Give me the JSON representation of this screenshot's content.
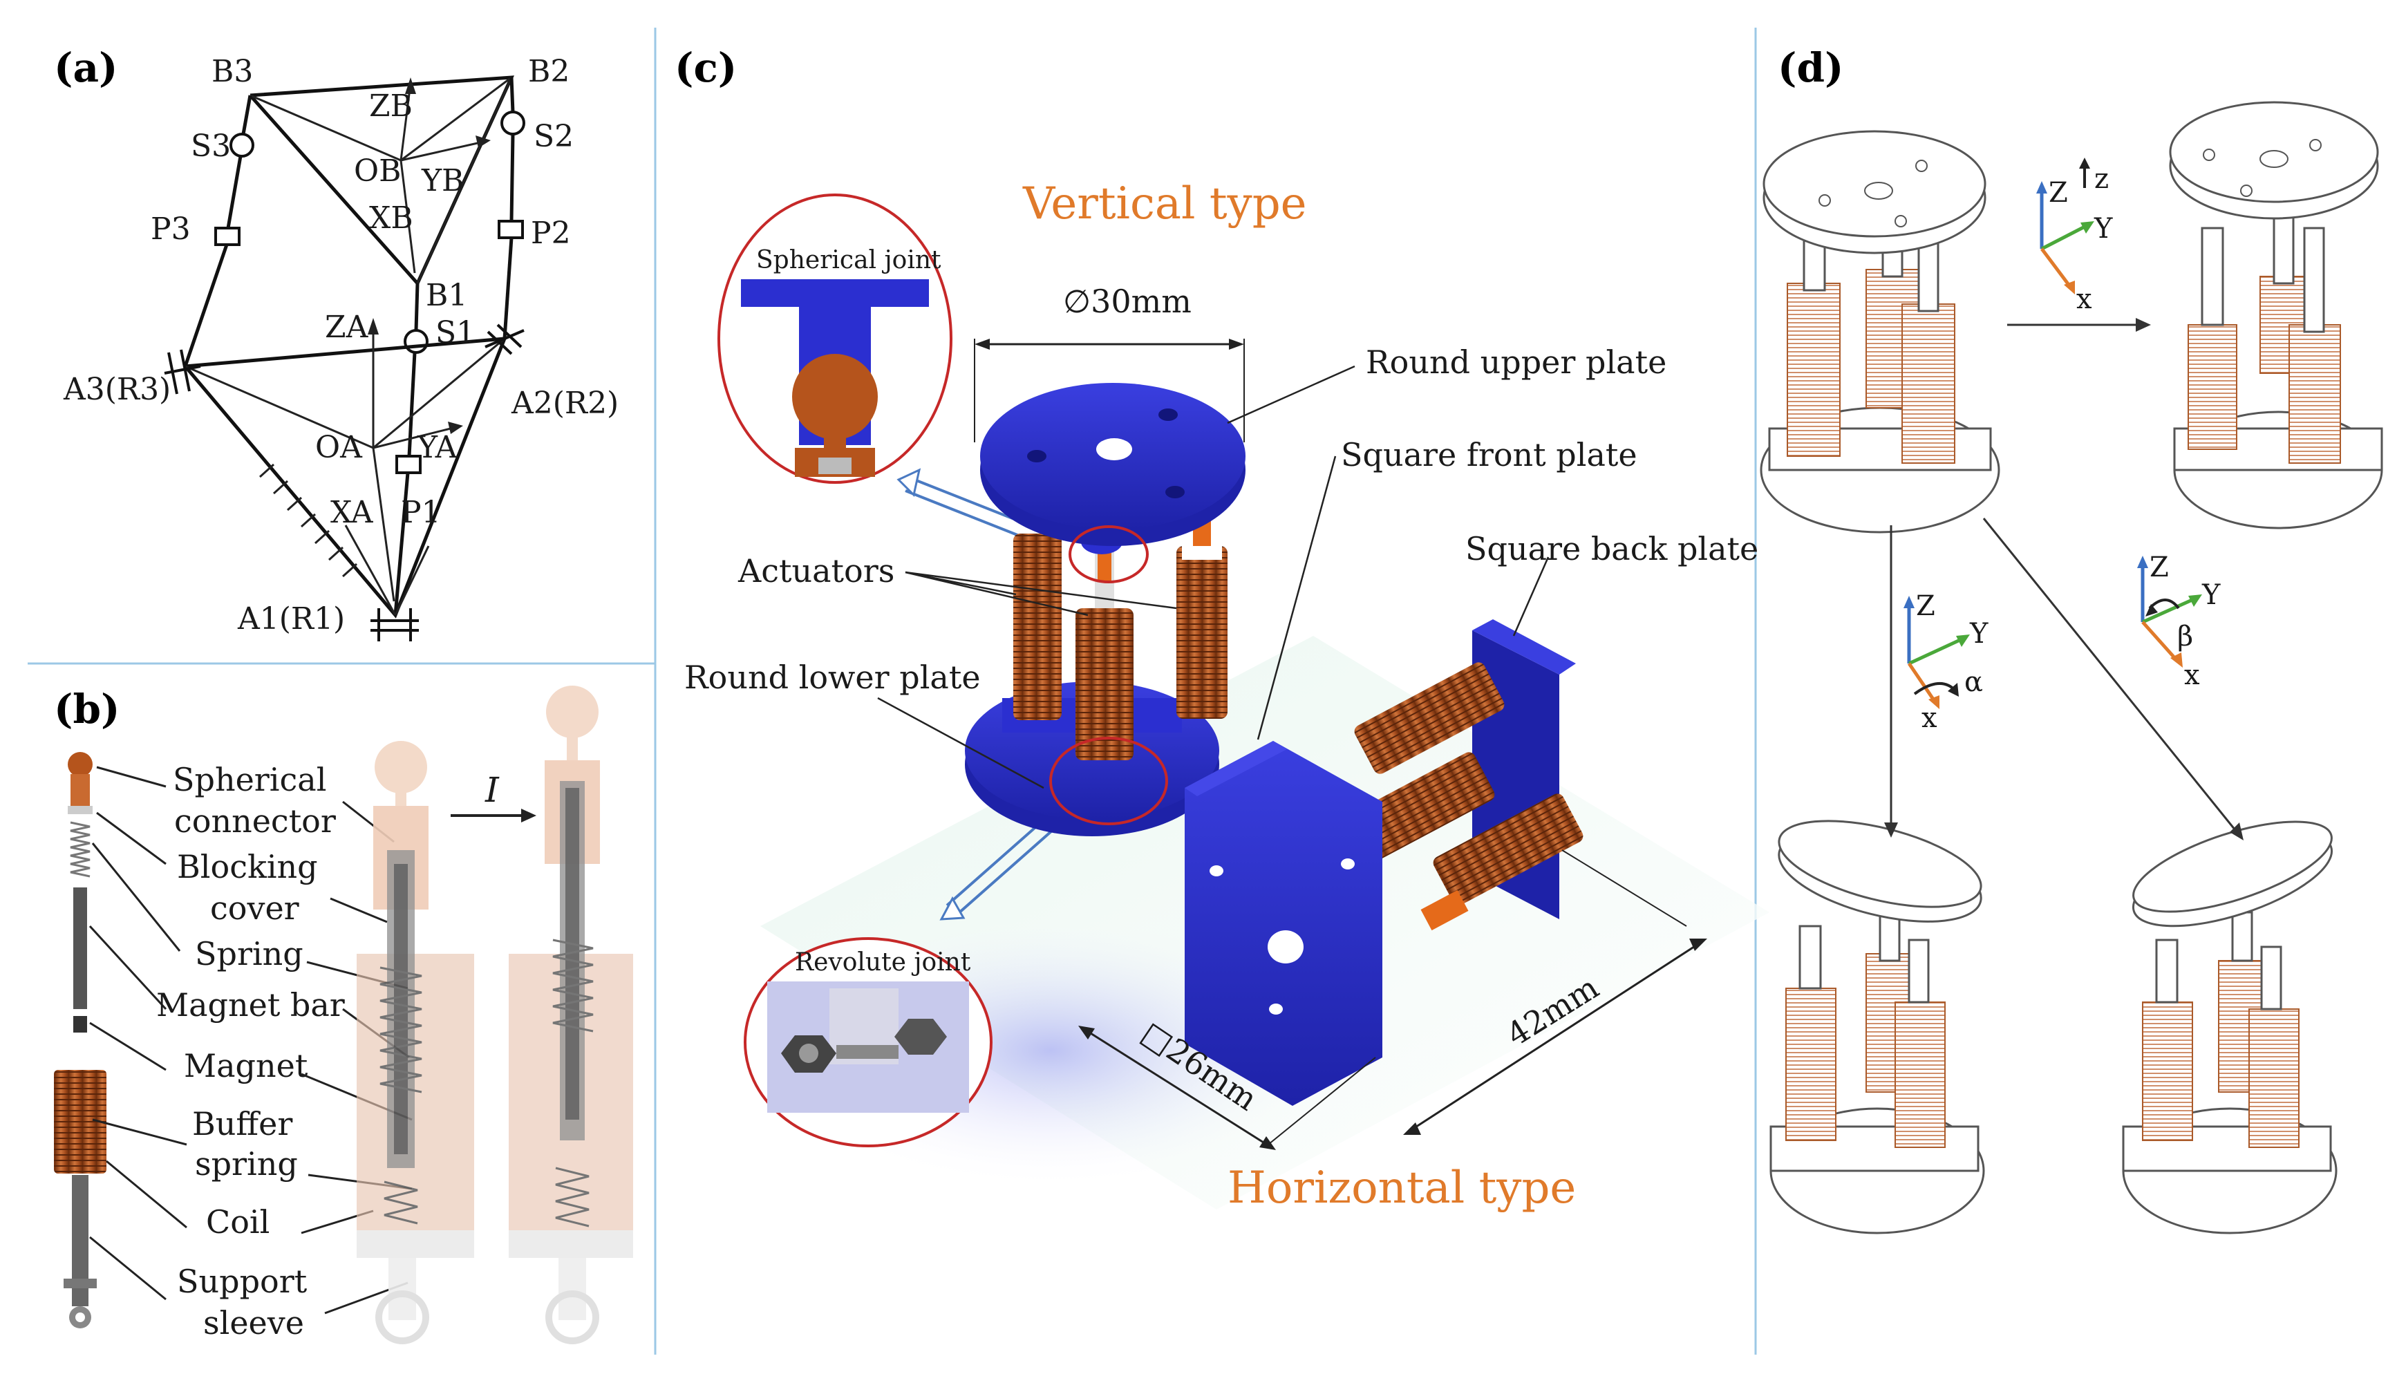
{
  "panels": {
    "a": "(a)",
    "b": "(b)",
    "c": "(c)",
    "d": "(d)"
  },
  "panel_a": {
    "labels": [
      "B3",
      "B2",
      "ZB",
      "S3",
      "S2",
      "OB",
      "YB",
      "P3",
      "XB",
      "P2",
      "B1",
      "ZA",
      "S1",
      "A3(R3)",
      "A2(R2)",
      "OA",
      "YA",
      "XA",
      "P1",
      "A1(R1)"
    ]
  },
  "panel_b": {
    "labels": [
      "Spherical",
      "connector",
      "Blocking",
      "cover",
      "Spring",
      "Magnet bar",
      "Magnet",
      "Buffer",
      "spring",
      "Coil",
      "Support",
      "sleeve"
    ],
    "current": "I"
  },
  "panel_c": {
    "vertical_type": "Vertical type",
    "horizontal_type": "Horizontal type",
    "spherical_joint": "Spherical joint",
    "revolute_joint": "Revolute joint",
    "diameter": "∅30mm",
    "round_upper_plate": "Round upper plate",
    "square_front_plate": "Square front plate",
    "square_back_plate": "Square back plate",
    "actuators": "Actuators",
    "round_lower_plate": "Round lower plate",
    "width": "□26mm",
    "length": "42mm"
  },
  "panel_d": {
    "axes_top": [
      "Z",
      "Y",
      "x",
      "z"
    ],
    "axes_left": [
      "Z",
      "Y",
      "x",
      "α"
    ],
    "axes_right": [
      "Z",
      "Y",
      "x",
      "β"
    ]
  },
  "colors": {
    "blue": "#2b2fd0",
    "copper": "#b5541c",
    "orange_text": "#e07a2a",
    "axis_z": "#3a6fc2",
    "axis_y": "#4aa83a",
    "axis_x": "#e07a2a",
    "divider": "#9cc8e6"
  }
}
